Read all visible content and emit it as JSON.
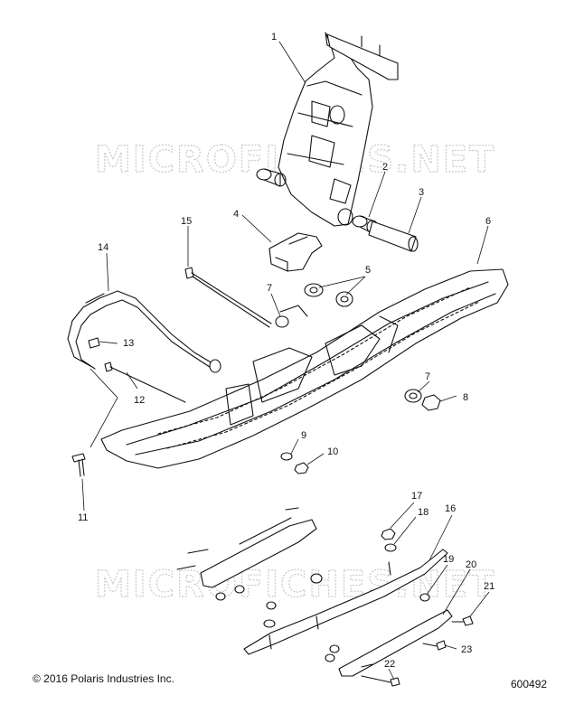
{
  "watermark": "MICROFICHES.NET",
  "copyright": "© 2016 Polaris Industries Inc.",
  "figure_number": "600492",
  "callouts": [
    {
      "id": "1"
    },
    {
      "id": "2"
    },
    {
      "id": "3"
    },
    {
      "id": "4"
    },
    {
      "id": "5"
    },
    {
      "id": "6"
    },
    {
      "id": "7"
    },
    {
      "id": "7"
    },
    {
      "id": "8"
    },
    {
      "id": "9"
    },
    {
      "id": "10"
    },
    {
      "id": "11"
    },
    {
      "id": "12"
    },
    {
      "id": "13"
    },
    {
      "id": "14"
    },
    {
      "id": "15"
    },
    {
      "id": "16"
    },
    {
      "id": "17"
    },
    {
      "id": "18"
    },
    {
      "id": "19"
    },
    {
      "id": "20"
    },
    {
      "id": "21"
    },
    {
      "id": "22"
    },
    {
      "id": "23"
    }
  ]
}
